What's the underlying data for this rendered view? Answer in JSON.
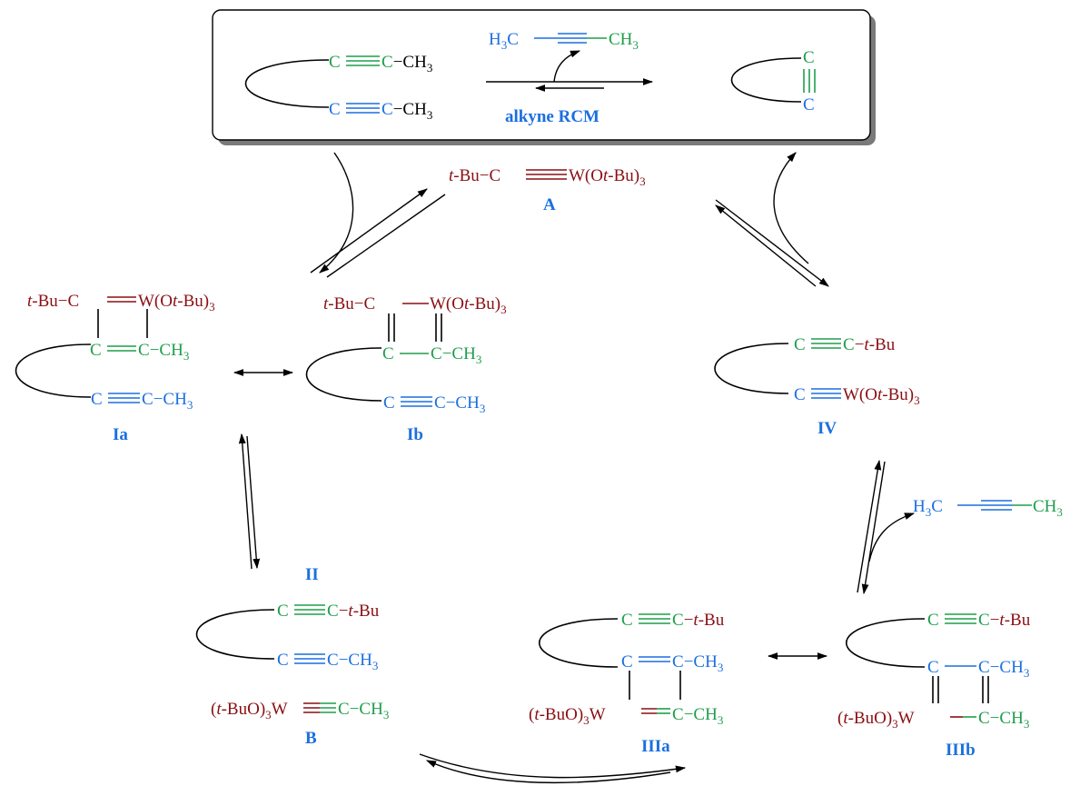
{
  "colors": {
    "green": "#1e9e4a",
    "blue": "#1a6fe0",
    "darkred": "#8a0f12"
  },
  "box": {
    "reactant_top": [
      "C",
      "C",
      "CH",
      "3"
    ],
    "reactant_bottom": [
      "C",
      "C",
      "CH",
      "3"
    ],
    "byproduct": [
      "H",
      "3",
      "C",
      "CH",
      "3"
    ],
    "product": [
      "C",
      "C"
    ],
    "caption": "alkyne RCM"
  },
  "A": {
    "formula": [
      "t",
      "-Bu",
      "C",
      "W(O",
      "t",
      "-Bu)",
      "3"
    ],
    "label": "A"
  },
  "Ia": {
    "top": [
      "t",
      "-Bu",
      "C",
      "W(O",
      "t",
      "-Bu)",
      "3"
    ],
    "mid": [
      "C",
      "C",
      "CH",
      "3"
    ],
    "bottom": [
      "C",
      "C",
      "CH",
      "3"
    ],
    "label": "Ia"
  },
  "Ib": {
    "top": [
      "t",
      "-Bu",
      "C",
      "W(O",
      "t",
      "-Bu)",
      "3"
    ],
    "mid": [
      "C",
      "C",
      "CH",
      "3"
    ],
    "bottom": [
      "C",
      "C",
      "CH",
      "3"
    ],
    "label": "Ib"
  },
  "IV": {
    "top": [
      "C",
      "C",
      "t",
      "-Bu"
    ],
    "bottom": [
      "C",
      "W(O",
      "t",
      "-Bu)",
      "3"
    ],
    "label": "IV"
  },
  "II": {
    "label": "II",
    "top": [
      "C",
      "C",
      "t",
      "-Bu"
    ],
    "bottom": [
      "C",
      "C",
      "CH",
      "3"
    ]
  },
  "B": {
    "formula": [
      "(",
      "t",
      "-BuO)",
      "3",
      "W",
      "C",
      "CH",
      "3"
    ],
    "label": "B"
  },
  "IIIa": {
    "top": [
      "C",
      "C",
      "t",
      "-Bu"
    ],
    "mid": [
      "C",
      "C",
      "CH",
      "3"
    ],
    "bottom": [
      "(",
      "t",
      "-BuO)",
      "3",
      "W",
      "C",
      "CH",
      "3"
    ],
    "label": "IIIa"
  },
  "IIIb": {
    "top": [
      "C",
      "C",
      "t",
      "-Bu"
    ],
    "mid": [
      "C",
      "C",
      "CH",
      "3"
    ],
    "bottom": [
      "(",
      "t",
      "-BuO)",
      "3",
      "W",
      "C",
      "CH",
      "3"
    ],
    "label": "IIIb"
  },
  "release": [
    "H",
    "3",
    "C",
    "CH",
    "3"
  ]
}
